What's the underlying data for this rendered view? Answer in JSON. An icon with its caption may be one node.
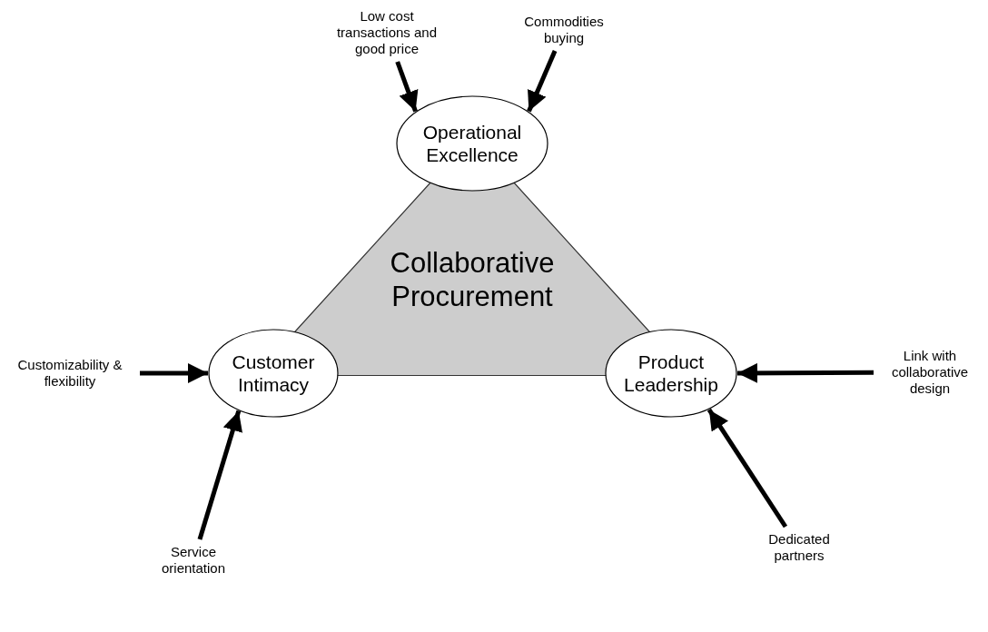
{
  "diagram": {
    "nodes": [
      {
        "text": [
          "Operational Excellence"
        ]
      },
      {
        "text": [
          "Customer Intimacy"
        ]
      },
      {
        "text": [
          "Product Leadership"
        ]
      },
      {
        "text": [
          "Collaborative Procurement"
        ]
      },
      {
        "text": [
          "Low cost transactions and good price"
        ]
      },
      {
        "text": [
          "Commodities buying"
        ]
      },
      {
        "text": [
          "Customizability & flexibility"
        ]
      },
      {
        "text": [
          "Service orientation"
        ]
      },
      {
        "text": [
          "Link with collaborative design"
        ]
      },
      {
        "text": [
          "Dedicated partners"
        ]
      }
    ],
    "edges": [
      {
        "from": 4,
        "to": 0,
        "arrow": "to"
      },
      {
        "from": 5,
        "to": 0,
        "arrow": "to"
      },
      {
        "from": 6,
        "to": 1,
        "arrow": "to"
      },
      {
        "from": 7,
        "to": 1,
        "arrow": "to"
      },
      {
        "from": 8,
        "to": 2,
        "arrow": "to"
      },
      {
        "from": 9,
        "to": 2,
        "arrow": "to"
      }
    ]
  }
}
